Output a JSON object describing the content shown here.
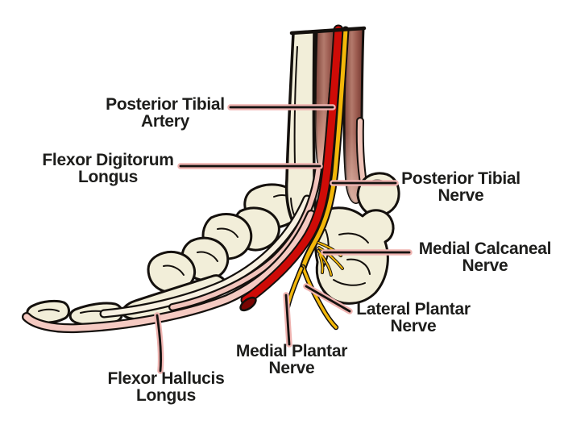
{
  "diagram": {
    "labels": {
      "posterior_tibial_artery": {
        "line1": "Posterior Tibial",
        "line2": "Artery"
      },
      "flexor_digitorum_longus": {
        "line1": "Flexor Digitorum",
        "line2": "Longus"
      },
      "posterior_tibial_nerve": {
        "line1": "Posterior Tibial",
        "line2": "Nerve"
      },
      "medial_calcaneal_nerve": {
        "line1": "Medial Calcaneal",
        "line2": "Nerve"
      },
      "lateral_plantar_nerve": {
        "line1": "Lateral Plantar",
        "line2": "Nerve"
      },
      "medial_plantar_nerve": {
        "line1": "Medial Plantar",
        "line2": "Nerve"
      },
      "flexor_hallucis_longus": {
        "line1": "Flexor Hallucis",
        "line2": "Longus"
      }
    },
    "colors": {
      "background": "#ffffff",
      "bone": "#f2eed9",
      "muscle_dark": "#7c4138",
      "muscle_light": "#b37a6c",
      "artery_red": "#cf0b07",
      "artery_cut": "#7a0503",
      "nerve_yellow": "#f2b70a",
      "tendon_pink": "#f5cac2",
      "tendon_pink_deep": "#f2c4bc",
      "tendon_pale": "#f8f1e2",
      "leader_casing_pink": "#efb3b0",
      "outline_black": "#14100d",
      "label_text": "#1d1d1b"
    }
  }
}
